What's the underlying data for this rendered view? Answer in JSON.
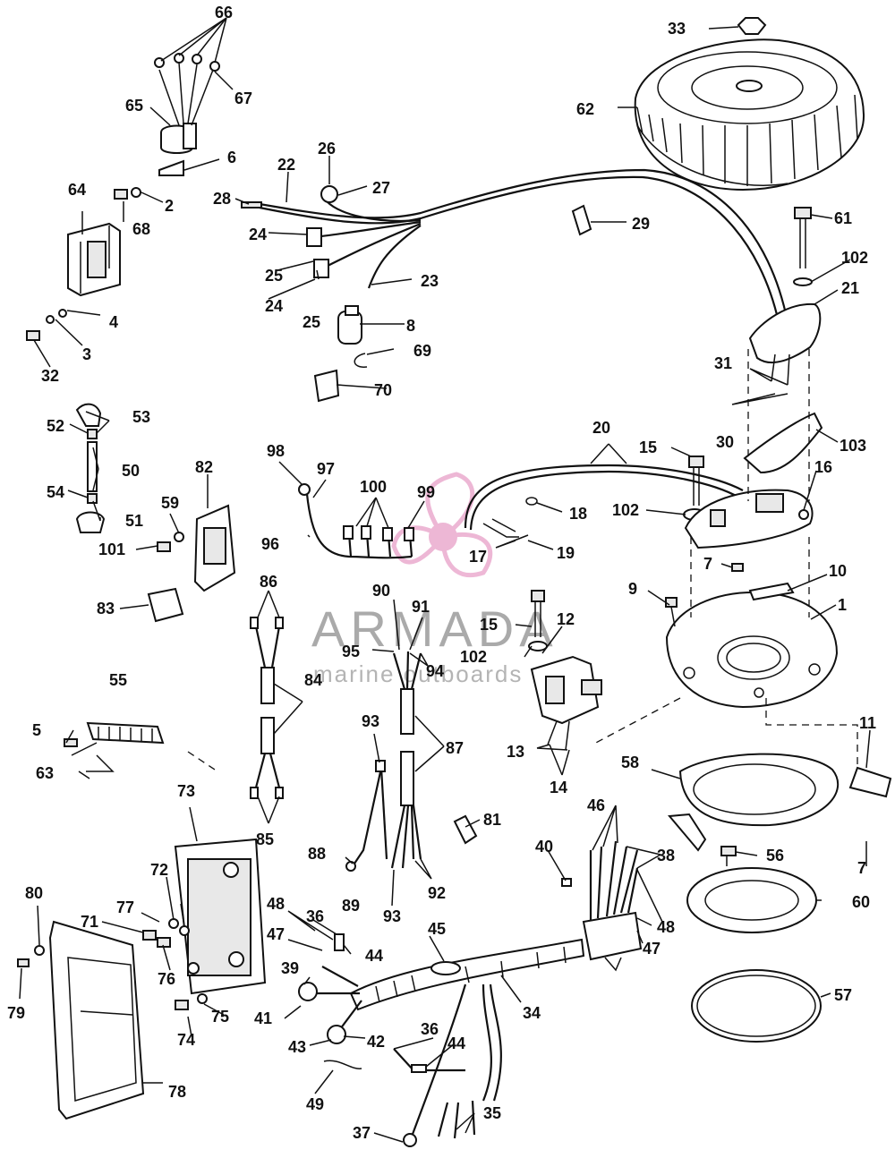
{
  "watermark": {
    "brand": "ARMADA",
    "tagline": "marine outboards",
    "logo_color": "#e8a0c8"
  },
  "callouts": [
    {
      "id": "c66",
      "text": "66"
    },
    {
      "id": "c67",
      "text": "67"
    },
    {
      "id": "c65",
      "text": "65"
    },
    {
      "id": "c6",
      "text": "6"
    },
    {
      "id": "c2",
      "text": "2"
    },
    {
      "id": "c68",
      "text": "68"
    },
    {
      "id": "c64",
      "text": "64"
    },
    {
      "id": "c4",
      "text": "4"
    },
    {
      "id": "c3",
      "text": "3"
    },
    {
      "id": "c32",
      "text": "32"
    },
    {
      "id": "c26",
      "text": "26"
    },
    {
      "id": "c22",
      "text": "22"
    },
    {
      "id": "c27",
      "text": "27"
    },
    {
      "id": "c28",
      "text": "28"
    },
    {
      "id": "c24a",
      "text": "24"
    },
    {
      "id": "c25a",
      "text": "25"
    },
    {
      "id": "c24b",
      "text": "24"
    },
    {
      "id": "c25b",
      "text": "25"
    },
    {
      "id": "c23",
      "text": "23"
    },
    {
      "id": "c8",
      "text": "8"
    },
    {
      "id": "c69",
      "text": "69"
    },
    {
      "id": "c70",
      "text": "70"
    },
    {
      "id": "c29",
      "text": "29"
    },
    {
      "id": "c33",
      "text": "33"
    },
    {
      "id": "c62",
      "text": "62"
    },
    {
      "id": "c61",
      "text": "61"
    },
    {
      "id": "c102a",
      "text": "102"
    },
    {
      "id": "c21",
      "text": "21"
    },
    {
      "id": "c31",
      "text": "31"
    },
    {
      "id": "c30",
      "text": "30"
    },
    {
      "id": "c103",
      "text": "103"
    },
    {
      "id": "c53",
      "text": "53"
    },
    {
      "id": "c52",
      "text": "52"
    },
    {
      "id": "c50",
      "text": "50"
    },
    {
      "id": "c54",
      "text": "54"
    },
    {
      "id": "c51",
      "text": "51"
    },
    {
      "id": "c82",
      "text": "82"
    },
    {
      "id": "c59",
      "text": "59"
    },
    {
      "id": "c101",
      "text": "101"
    },
    {
      "id": "c83",
      "text": "83"
    },
    {
      "id": "c98",
      "text": "98"
    },
    {
      "id": "c97",
      "text": "97"
    },
    {
      "id": "c100",
      "text": "100"
    },
    {
      "id": "c99",
      "text": "99"
    },
    {
      "id": "c96",
      "text": "96"
    },
    {
      "id": "c20",
      "text": "20"
    },
    {
      "id": "c15a",
      "text": "15"
    },
    {
      "id": "c16",
      "text": "16"
    },
    {
      "id": "c18",
      "text": "18"
    },
    {
      "id": "c102b",
      "text": "102"
    },
    {
      "id": "c17",
      "text": "17"
    },
    {
      "id": "c19",
      "text": "19"
    },
    {
      "id": "c7a",
      "text": "7"
    },
    {
      "id": "c10",
      "text": "10"
    },
    {
      "id": "c9",
      "text": "9"
    },
    {
      "id": "c1",
      "text": "1"
    },
    {
      "id": "c86",
      "text": "86"
    },
    {
      "id": "c90",
      "text": "90"
    },
    {
      "id": "c91",
      "text": "91"
    },
    {
      "id": "c15b",
      "text": "15"
    },
    {
      "id": "c12",
      "text": "12"
    },
    {
      "id": "c95",
      "text": "95"
    },
    {
      "id": "c102c",
      "text": "102"
    },
    {
      "id": "c94",
      "text": "94"
    },
    {
      "id": "c84",
      "text": "84"
    },
    {
      "id": "c55",
      "text": "55"
    },
    {
      "id": "c5",
      "text": "5"
    },
    {
      "id": "c63",
      "text": "63"
    },
    {
      "id": "c93a",
      "text": "93"
    },
    {
      "id": "c87",
      "text": "87"
    },
    {
      "id": "c13",
      "text": "13"
    },
    {
      "id": "c14",
      "text": "14"
    },
    {
      "id": "c11",
      "text": "11"
    },
    {
      "id": "c58",
      "text": "58"
    },
    {
      "id": "c85",
      "text": "85"
    },
    {
      "id": "c81",
      "text": "81"
    },
    {
      "id": "c46",
      "text": "46"
    },
    {
      "id": "c38",
      "text": "38"
    },
    {
      "id": "c40",
      "text": "40"
    },
    {
      "id": "c7b",
      "text": "7"
    },
    {
      "id": "c56",
      "text": "56"
    },
    {
      "id": "c88",
      "text": "88"
    },
    {
      "id": "c89",
      "text": "89"
    },
    {
      "id": "c93b",
      "text": "93"
    },
    {
      "id": "c92",
      "text": "92"
    },
    {
      "id": "c73",
      "text": "73"
    },
    {
      "id": "c72",
      "text": "72"
    },
    {
      "id": "c60",
      "text": "60"
    },
    {
      "id": "c80",
      "text": "80"
    },
    {
      "id": "c77",
      "text": "77"
    },
    {
      "id": "c71",
      "text": "71"
    },
    {
      "id": "c48a",
      "text": "48"
    },
    {
      "id": "c36a",
      "text": "36"
    },
    {
      "id": "c47a",
      "text": "47"
    },
    {
      "id": "c45",
      "text": "45"
    },
    {
      "id": "c48b",
      "text": "48"
    },
    {
      "id": "c47b",
      "text": "47"
    },
    {
      "id": "c44a",
      "text": "44"
    },
    {
      "id": "c39",
      "text": "39"
    },
    {
      "id": "c76",
      "text": "76"
    },
    {
      "id": "c57",
      "text": "57"
    },
    {
      "id": "c79",
      "text": "79"
    },
    {
      "id": "c34",
      "text": "34"
    },
    {
      "id": "c41",
      "text": "41"
    },
    {
      "id": "c75",
      "text": "75"
    },
    {
      "id": "c74",
      "text": "74"
    },
    {
      "id": "c43",
      "text": "43"
    },
    {
      "id": "c42",
      "text": "42"
    },
    {
      "id": "c36b",
      "text": "36"
    },
    {
      "id": "c44b",
      "text": "44"
    },
    {
      "id": "c78",
      "text": "78"
    },
    {
      "id": "c49",
      "text": "49"
    },
    {
      "id": "c35",
      "text": "35"
    },
    {
      "id": "c37",
      "text": "37"
    }
  ]
}
